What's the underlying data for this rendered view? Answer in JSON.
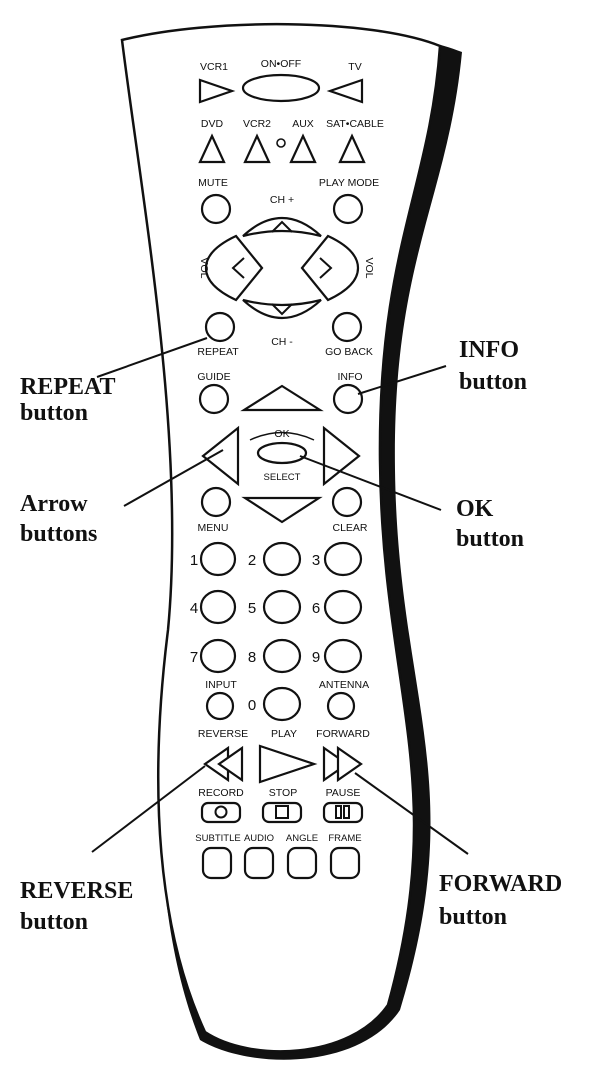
{
  "labels": {
    "vcr1": "VCR1",
    "on_off": "ON•OFF",
    "tv": "TV",
    "dvd": "DVD",
    "vcr2": "VCR2",
    "aux": "AUX",
    "sat_cable": "SAT•CABLE",
    "mute": "MUTE",
    "play_mode": "PLAY MODE",
    "ch_plus": "CH +",
    "ch_minus": "CH -",
    "vol_left": "VOL",
    "vol_right": "VOL",
    "repeat": "REPEAT",
    "go_back": "GO BACK",
    "guide": "GUIDE",
    "info": "INFO",
    "ok": "OK",
    "select": "SELECT",
    "menu": "MENU",
    "clear": "CLEAR",
    "input": "INPUT",
    "antenna": "ANTENNA",
    "reverse": "REVERSE",
    "play": "PLAY",
    "forward": "FORWARD",
    "record": "RECORD",
    "stop": "STOP",
    "pause": "PAUSE",
    "subtitle": "SUBTITLE",
    "audio": "AUDIO",
    "angle": "ANGLE",
    "frame": "FRAME"
  },
  "digits": [
    "1",
    "2",
    "3",
    "4",
    "5",
    "6",
    "7",
    "8",
    "9",
    "0"
  ],
  "callouts": {
    "repeat": [
      "REPEAT",
      "button"
    ],
    "info": [
      "INFO",
      "button"
    ],
    "arrow": [
      "Arrow",
      "buttons"
    ],
    "ok": [
      "OK",
      "button"
    ],
    "reverse": [
      "REVERSE",
      "button"
    ],
    "forward": [
      "FORWARD",
      "button"
    ]
  },
  "icons": {
    "record": "circle-icon",
    "stop": "square-icon",
    "pause": "pause-icon",
    "reverse": "double-left-triangle-icon",
    "forward": "double-right-triangle-icon",
    "play": "right-triangle-icon"
  }
}
